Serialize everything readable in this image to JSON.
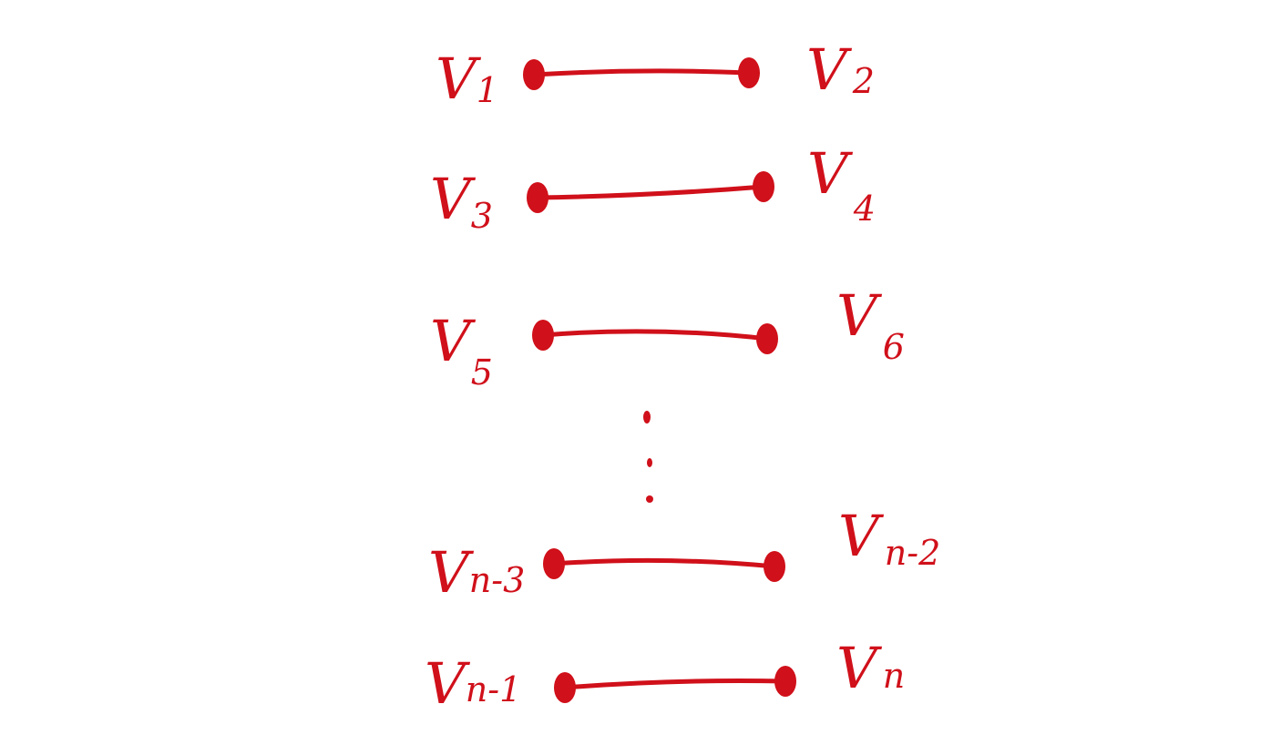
{
  "diagram": {
    "ink_color": "#d0101a",
    "pairs": [
      {
        "left": {
          "main": "V",
          "sub": "1"
        },
        "right": {
          "main": "V",
          "sub": "2"
        }
      },
      {
        "left": {
          "main": "V",
          "sub": "3"
        },
        "right": {
          "main": "V",
          "sub": "4"
        }
      },
      {
        "left": {
          "main": "V",
          "sub": "5"
        },
        "right": {
          "main": "V",
          "sub": "6"
        }
      },
      {
        "left": {
          "main": "V",
          "sub": "n-3"
        },
        "right": {
          "main": "V",
          "sub": "n-2"
        }
      },
      {
        "left": {
          "main": "V",
          "sub": "n-1"
        },
        "right": {
          "main": "V",
          "sub": "n"
        }
      }
    ],
    "ellipsis": "vertical-dots"
  }
}
